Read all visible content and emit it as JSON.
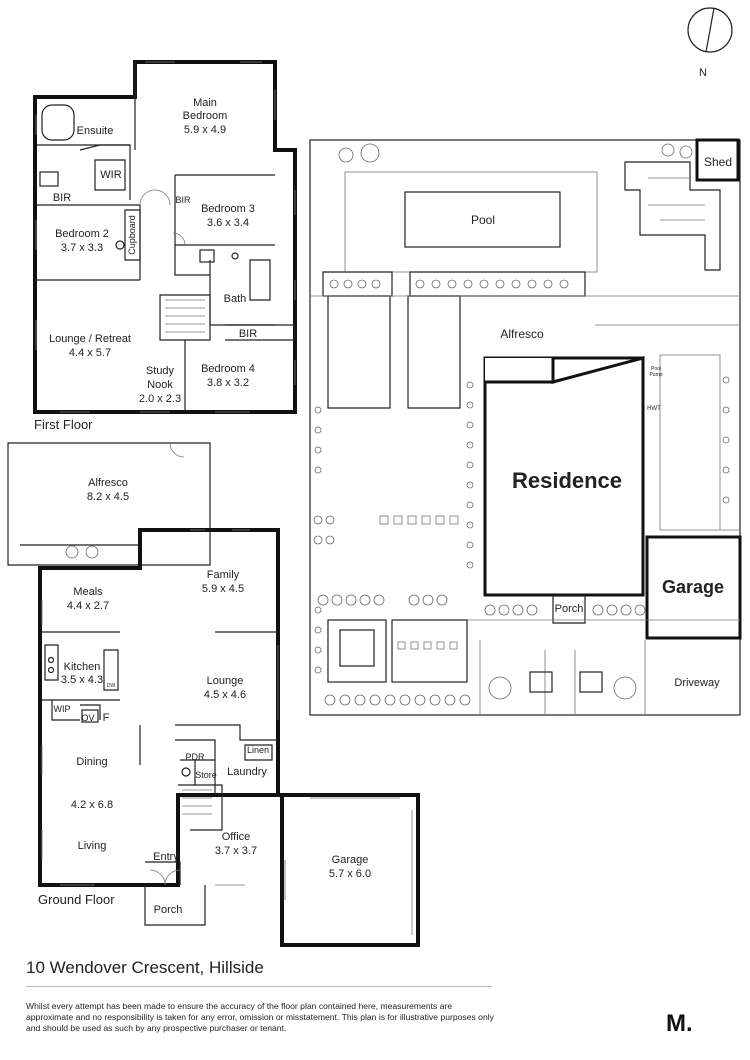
{
  "compass": {
    "label": "N"
  },
  "first_floor": {
    "label": "First Floor",
    "rooms": {
      "main_bedroom": {
        "name": "Main\nBedroom",
        "name_line1": "Main",
        "name_line2": "Bedroom",
        "dims": "5.9 x 4.9"
      },
      "ensuite": {
        "name": "Ensuite"
      },
      "wir": {
        "name": "WIR"
      },
      "bir_top": {
        "name": "BIR"
      },
      "bir_small": {
        "name": "BIR"
      },
      "bedroom3": {
        "name": "Bedroom 3",
        "dims": "3.6 x 3.4"
      },
      "bedroom2": {
        "name": "Bedroom 2",
        "dims": "3.7 x 3.3"
      },
      "cupboard": {
        "name": "Cupboard"
      },
      "bath": {
        "name": "Bath"
      },
      "bir_bath": {
        "name": "BIR"
      },
      "lounge_retreat": {
        "name": "Lounge / Retreat",
        "dims": "4.4 x 5.7"
      },
      "study_nook": {
        "name_line1": "Study",
        "name_line2": "Nook",
        "dims": "2.0 x 2.3"
      },
      "bedroom4": {
        "name": "Bedroom 4",
        "dims": "3.8 x 3.2"
      }
    }
  },
  "ground_floor": {
    "label": "Ground Floor",
    "rooms": {
      "alfresco": {
        "name": "Alfresco",
        "dims": "8.2 x 4.5"
      },
      "meals": {
        "name": "Meals",
        "dims": "4.4 x 2.7"
      },
      "family": {
        "name": "Family",
        "dims": "5.9 x 4.5"
      },
      "kitchen": {
        "name": "Kitchen",
        "dims": "3.5 x 4.3",
        "dw": "DW"
      },
      "wip": {
        "name": "WIP"
      },
      "ov": {
        "name": "OV"
      },
      "f": {
        "name": "F"
      },
      "lounge": {
        "name": "Lounge",
        "dims": "4.5 x 4.6"
      },
      "dining": {
        "name": "Dining",
        "dims": "4.2 x 6.8"
      },
      "living": {
        "name": "Living"
      },
      "linen": {
        "name": "Linen"
      },
      "pdr": {
        "name": "PDR"
      },
      "store": {
        "name": "Store"
      },
      "laundry": {
        "name": "Laundry"
      },
      "office": {
        "name": "Office",
        "dims": "3.7 x 3.7"
      },
      "entry": {
        "name": "Entry"
      },
      "porch": {
        "name": "Porch"
      },
      "garage": {
        "name": "Garage",
        "dims": "5.7 x 6.0"
      }
    }
  },
  "site_plan": {
    "labels": {
      "shed": "Shed",
      "pool": "Pool",
      "alfresco": "Alfresco",
      "residence": "Residence",
      "garage": "Garage",
      "porch": "Porch",
      "driveway": "Driveway",
      "pool_pump": "Pool\nPump",
      "pool_pump_1": "Pool",
      "pool_pump_2": "Pump",
      "hwt": "HWT"
    }
  },
  "footer": {
    "address": "10 Wendover Crescent, Hillside",
    "disclaimer": "Whilst every attempt has been made to ensure the accuracy of the floor plan contained here, measurements are approximate and no responsibility is taken for any error, omission or misstatement. This plan is for illustrative purposes only and should be used as such by any prospective purchaser or tenant.",
    "logo": "M."
  }
}
